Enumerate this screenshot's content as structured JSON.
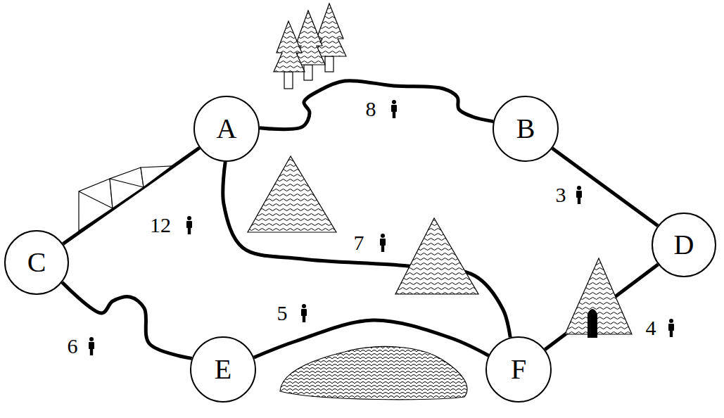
{
  "diagram": {
    "nodes": [
      {
        "text": [
          "A"
        ]
      },
      {
        "text": [
          "B"
        ]
      },
      {
        "text": [
          "C"
        ]
      },
      {
        "text": [
          "D"
        ]
      },
      {
        "text": [
          "E"
        ]
      },
      {
        "text": [
          "F"
        ]
      }
    ],
    "edges": [
      {
        "from": 0,
        "to": 1,
        "arrow": "none",
        "label": "8"
      },
      {
        "from": 1,
        "to": 3,
        "arrow": "none",
        "label": "3"
      },
      {
        "from": 3,
        "to": 5,
        "arrow": "none",
        "label": "4"
      },
      {
        "from": 4,
        "to": 5,
        "arrow": "none",
        "label": "5"
      },
      {
        "from": 2,
        "to": 4,
        "arrow": "none",
        "label": "6"
      },
      {
        "from": 0,
        "to": 2,
        "arrow": "none",
        "label": "12"
      },
      {
        "from": 0,
        "to": 5,
        "arrow": "none",
        "label": "7"
      }
    ]
  }
}
